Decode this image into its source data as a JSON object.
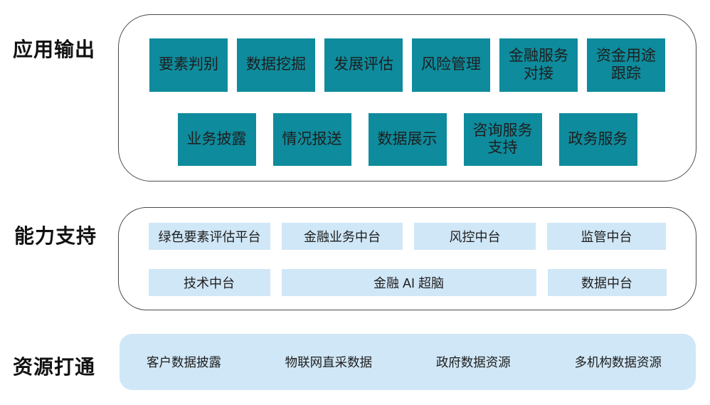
{
  "colors": {
    "teal": "#0E8B9C",
    "light_blue": "#D0E7F7",
    "box_text": "#1E1E1E",
    "label_text": "#111111",
    "container_border": "#4A4A4C",
    "background": "#FFFFFF"
  },
  "app_output": {
    "label": "应用输出",
    "row1": [
      "要素判别",
      "数据挖掘",
      "发展评估",
      "风险管理",
      "金融服务\n对接",
      "资金用途\n跟踪"
    ],
    "row2": [
      "业务披露",
      "情况报送",
      "数据展示",
      "咨询服务\n支持",
      "政务服务"
    ]
  },
  "capability_support": {
    "label": "能力支持",
    "row1": [
      "绿色要素评估平台",
      "金融业务中台",
      "风控中台",
      "监管中台"
    ],
    "row2": [
      "技术中台",
      "金融 AI 超脑",
      "数据中台"
    ]
  },
  "resource_link": {
    "label": "资源打通",
    "items": [
      "客户数据披露",
      "物联网直采数据",
      "政府数据资源",
      "多机构数据资源"
    ]
  }
}
